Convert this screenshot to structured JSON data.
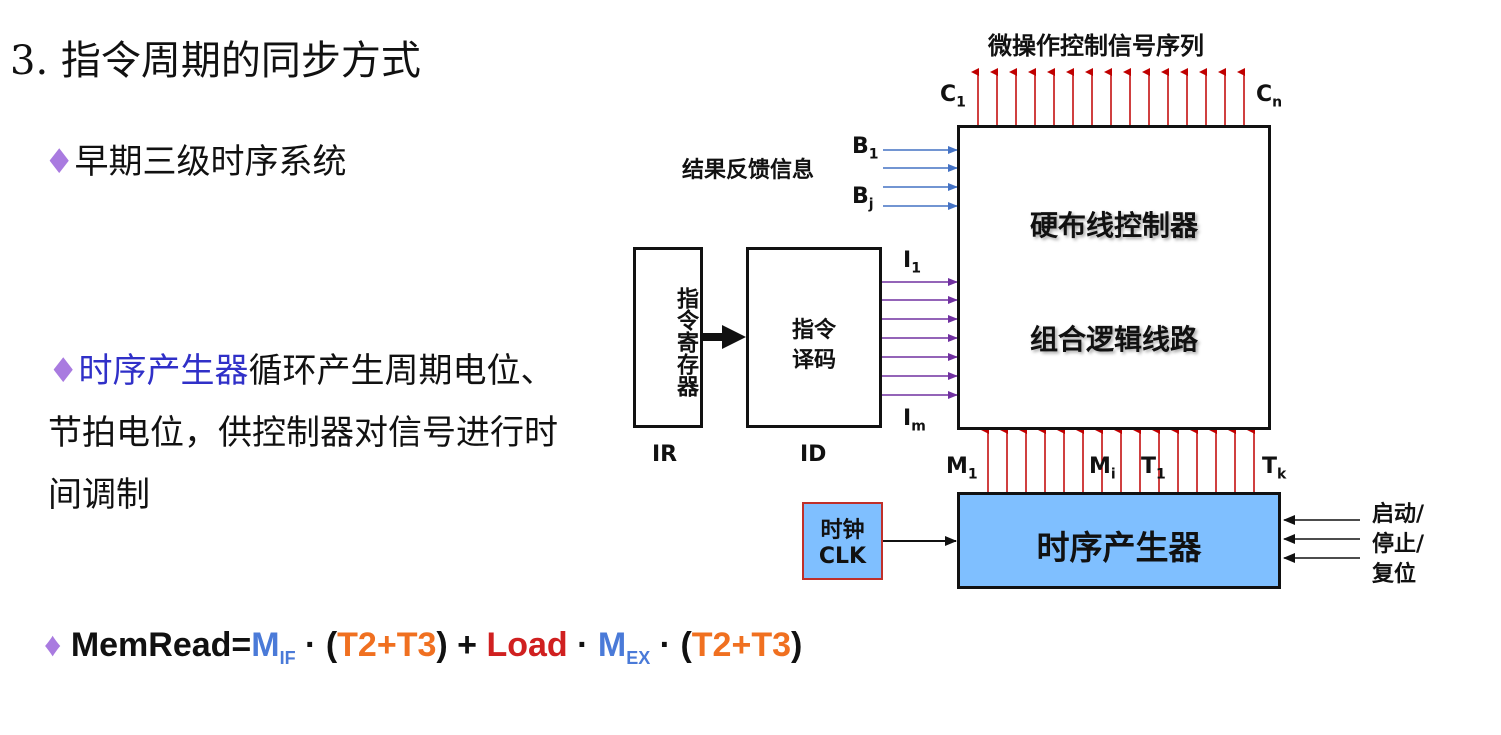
{
  "title": "3. 指令周期的同步方式",
  "bullet_glyph": "♦",
  "bullet1": "早期三级时序系统",
  "bullet2": {
    "highlight": "时序产生器",
    "rest": "循环产生周期电位、节拍电位，供控制器对信号进行时间调制"
  },
  "formula": {
    "lhs": "MemRead=",
    "m_if": "M",
    "m_if_sub": "IF",
    "dot1": " · (",
    "t_group1": "T2+T3",
    "plus": ") + ",
    "load": "Load",
    "dot2": " · ",
    "m_ex": "M",
    "m_ex_sub": "EX",
    "dot3": " · (",
    "t_group2": "T2+T3",
    "close": ")"
  },
  "diagram": {
    "top_caption": "微操作控制信号序列",
    "c_left": "C",
    "c_left_sub": "1",
    "c_right": "C",
    "c_right_sub": "n",
    "feedback_label": "结果反馈信息",
    "b_top": "B",
    "b_top_sub": "1",
    "b_bot": "B",
    "b_bot_sub": "j",
    "controller_line1": "硬布线控制器",
    "controller_line2": "组合逻辑线路",
    "ir_box": "指令寄存器",
    "ir_label": "IR",
    "id_box_line1": "指令",
    "id_box_line2": "译码",
    "id_label": "ID",
    "i_top": "I",
    "i_top_sub": "1",
    "i_bot": "I",
    "i_bot_sub": "m",
    "m_left": "M",
    "m_left_sub": "1",
    "m_mid": "M",
    "m_mid_sub": "i",
    "t_left": "T",
    "t_left_sub": "1",
    "t_right": "T",
    "t_right_sub": "k",
    "timing_gen": "时序产生器",
    "clk_line1": "时钟",
    "clk_line2": "CLK",
    "ctrl_signals": "启动/停止/复位",
    "ctrl_signals_line1": "启动/",
    "ctrl_signals_line2": "停止/",
    "ctrl_signals_line3": "复位",
    "colors": {
      "red_arrow": "#c00000",
      "blue_arrow": "#4472c4",
      "purple_arrow": "#7030a0",
      "timing_fill": "#7fbfff",
      "clk_border": "#c0302a"
    }
  }
}
